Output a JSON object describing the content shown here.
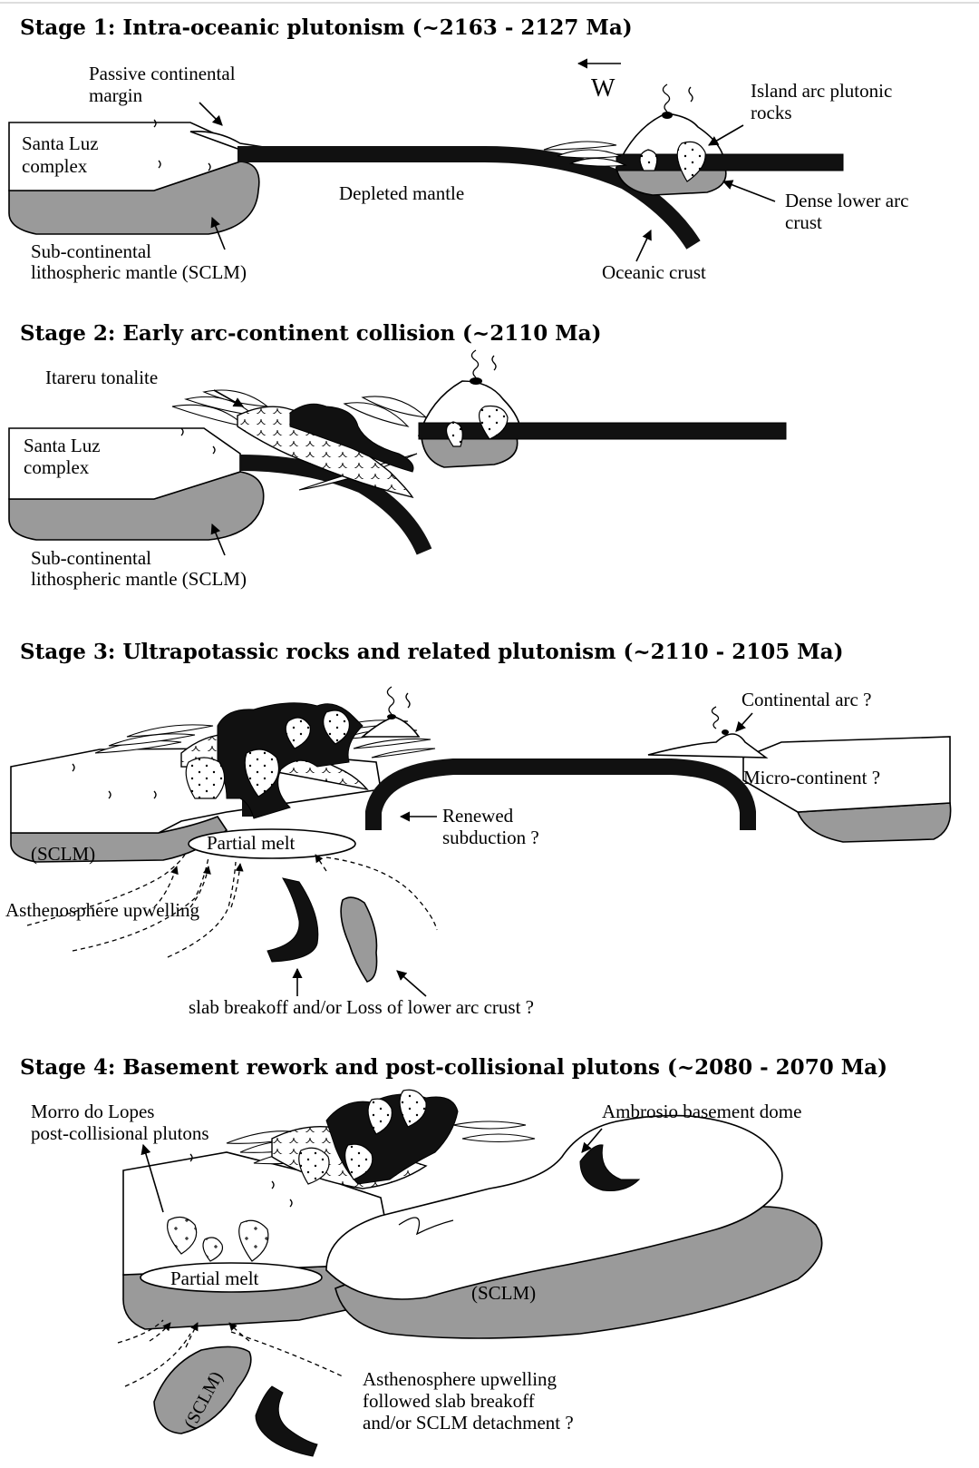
{
  "stage1": {
    "title": "Stage 1: Intra-oceanic plutonism (~2163 - 2127 Ma)",
    "passive_margin": [
      "Passive continental",
      "margin"
    ],
    "direction": "W",
    "island_arc": [
      "Island arc plutonic",
      "rocks"
    ],
    "santa_luz": [
      "Santa Luz",
      "complex"
    ],
    "depleted_mantle": "Depleted mantle",
    "dense_lower": [
      "Dense lower arc",
      "crust"
    ],
    "sclm": [
      "Sub-continental",
      "lithospheric mantle (SCLM)"
    ],
    "oceanic_crust": "Oceanic crust"
  },
  "stage2": {
    "title": "Stage 2: Early arc-continent collision (~2110 Ma)",
    "itareru": "Itareru tonalite",
    "santa_luz": [
      "Santa Luz",
      "complex"
    ],
    "sclm": [
      "Sub-continental",
      "lithospheric mantle (SCLM)"
    ]
  },
  "stage3": {
    "title": "Stage 3: Ultrapotassic rocks and related plutonism (~2110 - 2105 Ma)",
    "continental_arc": "Continental arc ?",
    "micro_continent": "Micro-continent ?",
    "renewed": [
      "Renewed",
      "subduction ?"
    ],
    "sclm": "(SCLM)",
    "partial_melt": "Partial melt",
    "asthenosphere": "Asthenosphere upwelling",
    "slab_breakoff": "slab breakoff and/or Loss of lower arc crust ?"
  },
  "stage4": {
    "title": "Stage 4: Basement rework and post-collisional plutons (~2080 - 2070  Ma)",
    "morro": [
      "Morro do Lopes",
      "post-collisional plutons"
    ],
    "ambrosio": "Ambrosio basement dome",
    "partial_melt": "Partial melt",
    "sclm": "(SCLM)",
    "sclm_block": "(SCLM)",
    "asthenosphere": [
      "Asthenosphere upwelling",
      "followed slab breakoff",
      "and/or SCLM detachment ?"
    ]
  }
}
